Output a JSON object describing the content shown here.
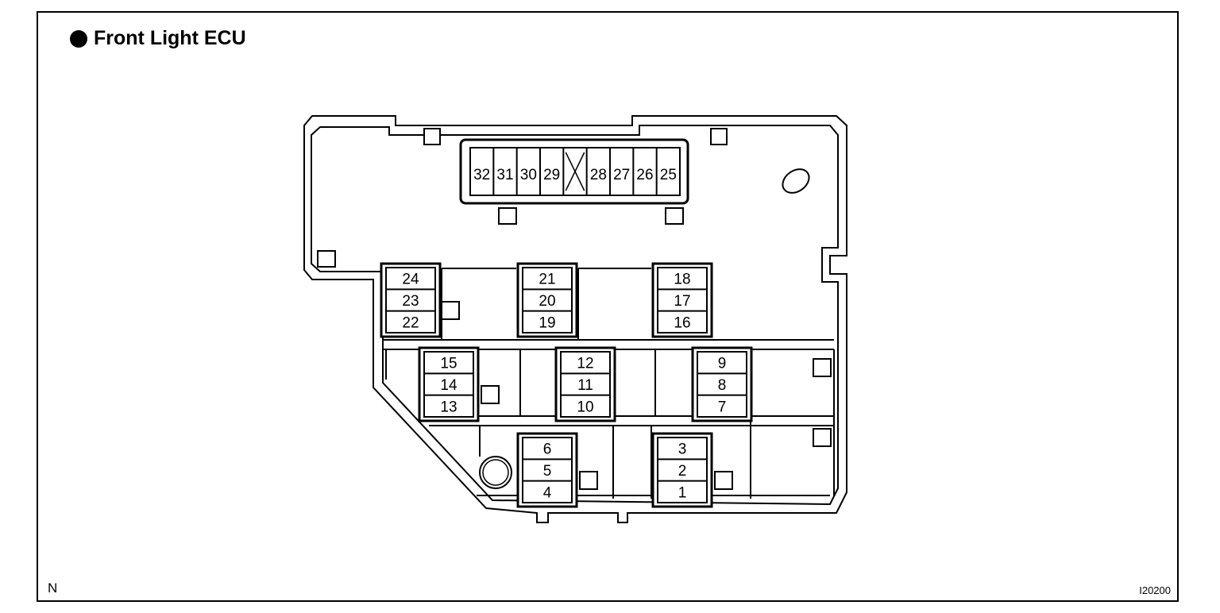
{
  "title": "Front Light ECU",
  "corner_left": "N",
  "corner_right": "I20200",
  "top_connector_pins": [
    "32",
    "31",
    "30",
    "29",
    "28",
    "27",
    "26",
    "25"
  ],
  "connector_blocks": [
    [
      "24",
      "23",
      "22"
    ],
    [
      "21",
      "20",
      "19"
    ],
    [
      "18",
      "17",
      "16"
    ],
    [
      "15",
      "14",
      "13"
    ],
    [
      "12",
      "11",
      "10"
    ],
    [
      "9",
      "8",
      "7"
    ],
    [
      "6",
      "5",
      "4"
    ],
    [
      "3",
      "2",
      "1"
    ]
  ],
  "colors": {
    "line": "#000000",
    "background": "#ffffff"
  }
}
